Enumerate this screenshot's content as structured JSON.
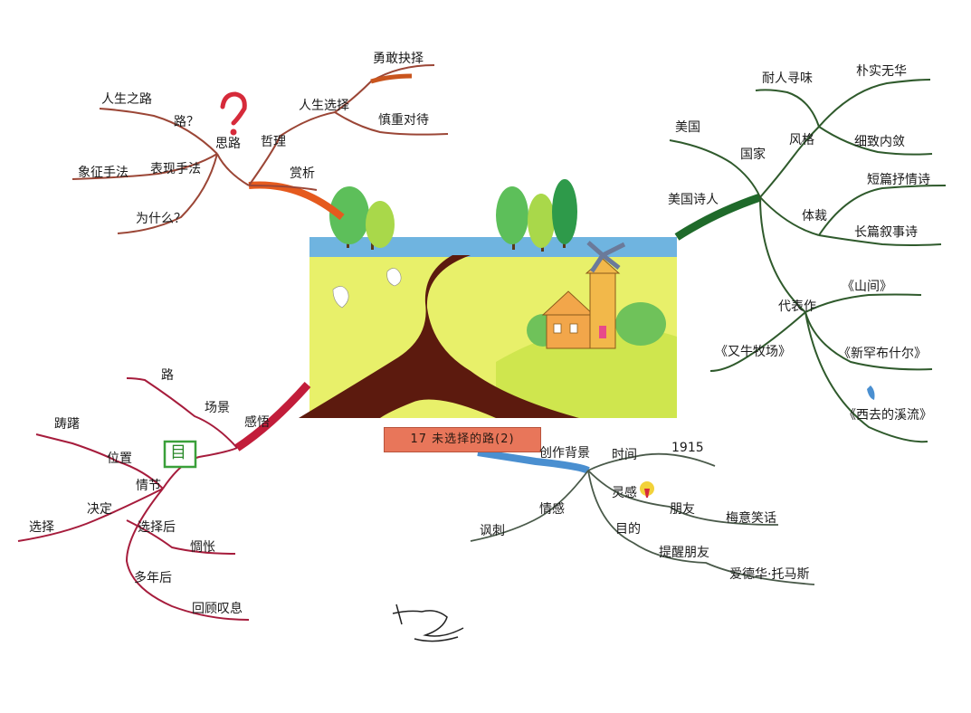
{
  "center": {
    "title": "17 未选择的路(2)"
  },
  "colors": {
    "upper_left_branch": "#8b3a2e",
    "right_branch": "#2e5e2a",
    "lower_left_branch": "#a61c3c",
    "lower_right_branch": "#4a6fa8",
    "center_title_bg": "#e8765a"
  },
  "branches": {
    "upper_left": {
      "main": [
        "思路",
        "哲理",
        "赏析"
      ],
      "思路": [
        "路？",
        "表现手法",
        "为什么？"
      ],
      "路？": [
        "人生之路"
      ],
      "表现手法": [
        "象征手法"
      ],
      "哲理": [
        "人生选择"
      ],
      "人生选择": [
        "勇敢抉择",
        "慎重对待"
      ]
    },
    "right": {
      "main": "美国诗人",
      "children": [
        "美国",
        "体裁",
        "代表作"
      ],
      "国家_label": "国家",
      "风格": [
        "朴实无华",
        "细致内敛"
      ],
      "风格_label": "风格",
      "风格_extra": "耐人寻味",
      "体裁": [
        "短篇抒情诗",
        "长篇叙事诗"
      ],
      "代表作": [
        "《山间》",
        "《新罕布什尔》",
        "《西去的溪流》"
      ],
      "代表作_extra": "《又牛牧场》"
    },
    "lower_left": {
      "main": "感悟",
      "感悟_items": [
        "路",
        "场景",
        "情节"
      ],
      "情节_items": [
        "位置",
        "决定",
        "选择后"
      ],
      "位置": [
        "踌躇"
      ],
      "决定": [
        "选择"
      ],
      "选择后": [
        "惆怅",
        "多年后"
      ],
      "多年后": [
        "回顾叹息"
      ],
      "book_glyph": "目"
    },
    "lower_right": {
      "main": "创作背景",
      "items": [
        "时间",
        "灵感",
        "目的",
        "情感"
      ],
      "时间": [
        "1915"
      ],
      "灵感": [
        "朋友"
      ],
      "朋友": [
        "梅意笑话"
      ],
      "目的": [
        "提醒朋友"
      ],
      "提醒朋友": [
        "爱德华·托马斯"
      ],
      "情感": [
        "讽刺"
      ]
    }
  },
  "signature": "signature"
}
